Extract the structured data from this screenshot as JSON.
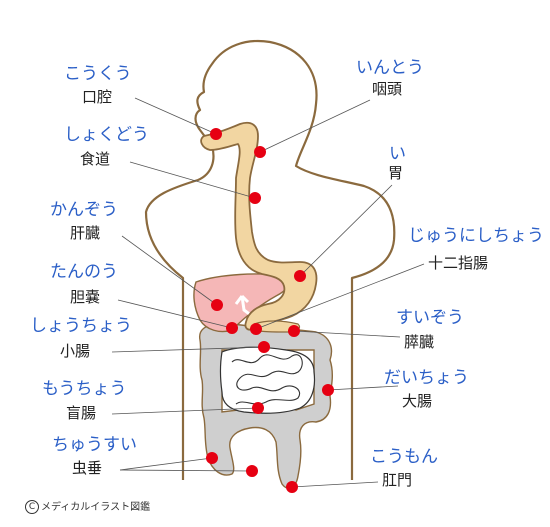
{
  "colors": {
    "outline": "#8b6a3e",
    "tract_fill": "#f2d6a2",
    "liver_fill": "#f5b7b7",
    "intestine_fill": "#cfcfcf",
    "marker": "#e60012",
    "kana_label": "#2b5fc7",
    "kanji_label": "#222222",
    "leader_line": "#555555"
  },
  "organs": [
    {
      "id": "mouth",
      "kana": "こうくう",
      "kanji": "口腔"
    },
    {
      "id": "pharynx",
      "kana": "いんとう",
      "kanji": "咽頭"
    },
    {
      "id": "esophagus",
      "kana": "しょくどう",
      "kanji": "食道"
    },
    {
      "id": "stomach",
      "kana": "い",
      "kanji": "胃"
    },
    {
      "id": "liver",
      "kana": "かんぞう",
      "kanji": "肝臓"
    },
    {
      "id": "duodenum",
      "kana": "じゅうにしちょう",
      "kanji": "十二指腸"
    },
    {
      "id": "gallbladder",
      "kana": "たんのう",
      "kanji": "胆嚢"
    },
    {
      "id": "pancreas",
      "kana": "すいぞう",
      "kanji": "膵臓"
    },
    {
      "id": "small_intestine",
      "kana": "しょうちょう",
      "kanji": "小腸"
    },
    {
      "id": "large_intestine",
      "kana": "だいちょう",
      "kanji": "大腸"
    },
    {
      "id": "cecum",
      "kana": "もうちょう",
      "kanji": "盲腸"
    },
    {
      "id": "appendix",
      "kana": "ちゅうすい",
      "kanji": "虫垂"
    },
    {
      "id": "anus",
      "kana": "こうもん",
      "kanji": "肛門"
    }
  ],
  "credit": {
    "symbol": "C",
    "text": "メディカルイラスト図鑑"
  }
}
